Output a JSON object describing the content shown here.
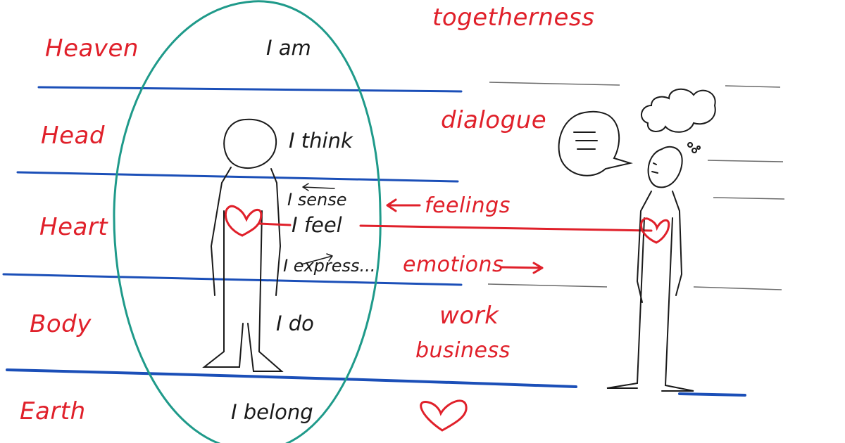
{
  "levels": [
    "Heaven",
    "Head",
    "Heart",
    "Body",
    "Earth"
  ],
  "statements": [
    "I am",
    "I think",
    "I sense",
    "I feel",
    "I express...",
    "I do",
    "I belong"
  ],
  "words": {
    "togetherness": "togetherness",
    "dialogue": "dialogue",
    "feelings": "feelings",
    "emotions": "emotions",
    "work": "work",
    "business": "business"
  },
  "colors": {
    "red": "#e0202a",
    "blue": "#1b4fb8",
    "teal": "#1f9a8a",
    "ink": "#1a1a1a"
  }
}
